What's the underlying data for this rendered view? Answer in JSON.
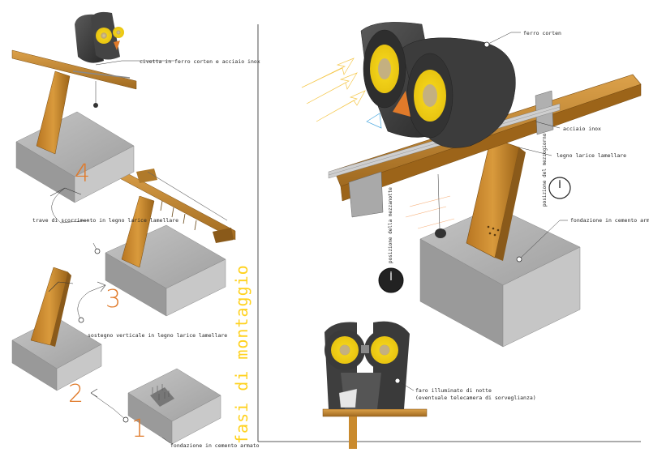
{
  "title": "fasi di montaggio",
  "steps": {
    "s1": "1",
    "s2": "2",
    "s3": "3",
    "s4": "4"
  },
  "labels": {
    "civetta": "civetta in ferro corten e acciaio inox",
    "trave": "trave di scorrimento in legno larice lamellare",
    "sostegno": "sostegno verticale in legno larice lamellare",
    "fondazione_left": "fondazione in cemento armato",
    "ferro_corten": "ferro corten",
    "acciaio_inox": "acciaio inox",
    "legno_larice": "legno larice lamellare",
    "fondazione_right": "fondazione in cemento armato",
    "faro_line1": "faro illuminato di notte",
    "faro_line2": "(eventuale telecamera di sorveglianza)",
    "pos_mezzogiorno": "posizione del mezzogiorno",
    "pos_mezzanotte": "posizione della mezzanotte"
  },
  "colors": {
    "wood": "#c98a2e",
    "wood_dark": "#8a5a1a",
    "concrete": "#a9a9a9",
    "corten": "#3a3a3a",
    "eye_yellow": "#f2d21a",
    "accent_orange": "#e07a2a",
    "title_yellow": "#ffd21f"
  }
}
